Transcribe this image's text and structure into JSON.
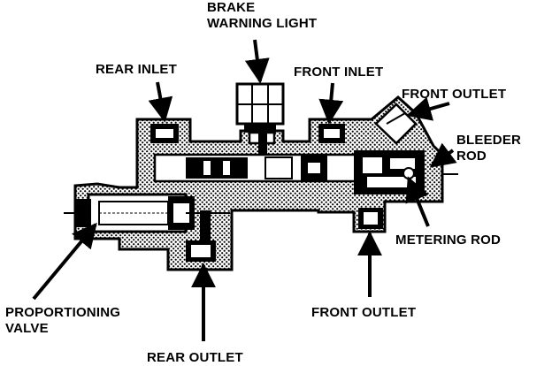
{
  "labels": {
    "brake_warning_light": [
      "BRAKE",
      "WARNING LIGHT"
    ],
    "rear_inlet": "REAR INLET",
    "front_inlet": "FRONT INLET",
    "front_outlet_top": "FRONT OUTLET",
    "bleeder_rod": [
      "BLEEDER",
      "ROD"
    ],
    "metering_rod": "METERING ROD",
    "proportioning_valve": [
      "PROPORTIONING",
      "VALVE"
    ],
    "front_outlet_bottom": "FRONT OUTLET",
    "rear_outlet": "REAR OUTLET"
  },
  "colors": {
    "ink": "#000000",
    "paper": "#ffffff"
  }
}
